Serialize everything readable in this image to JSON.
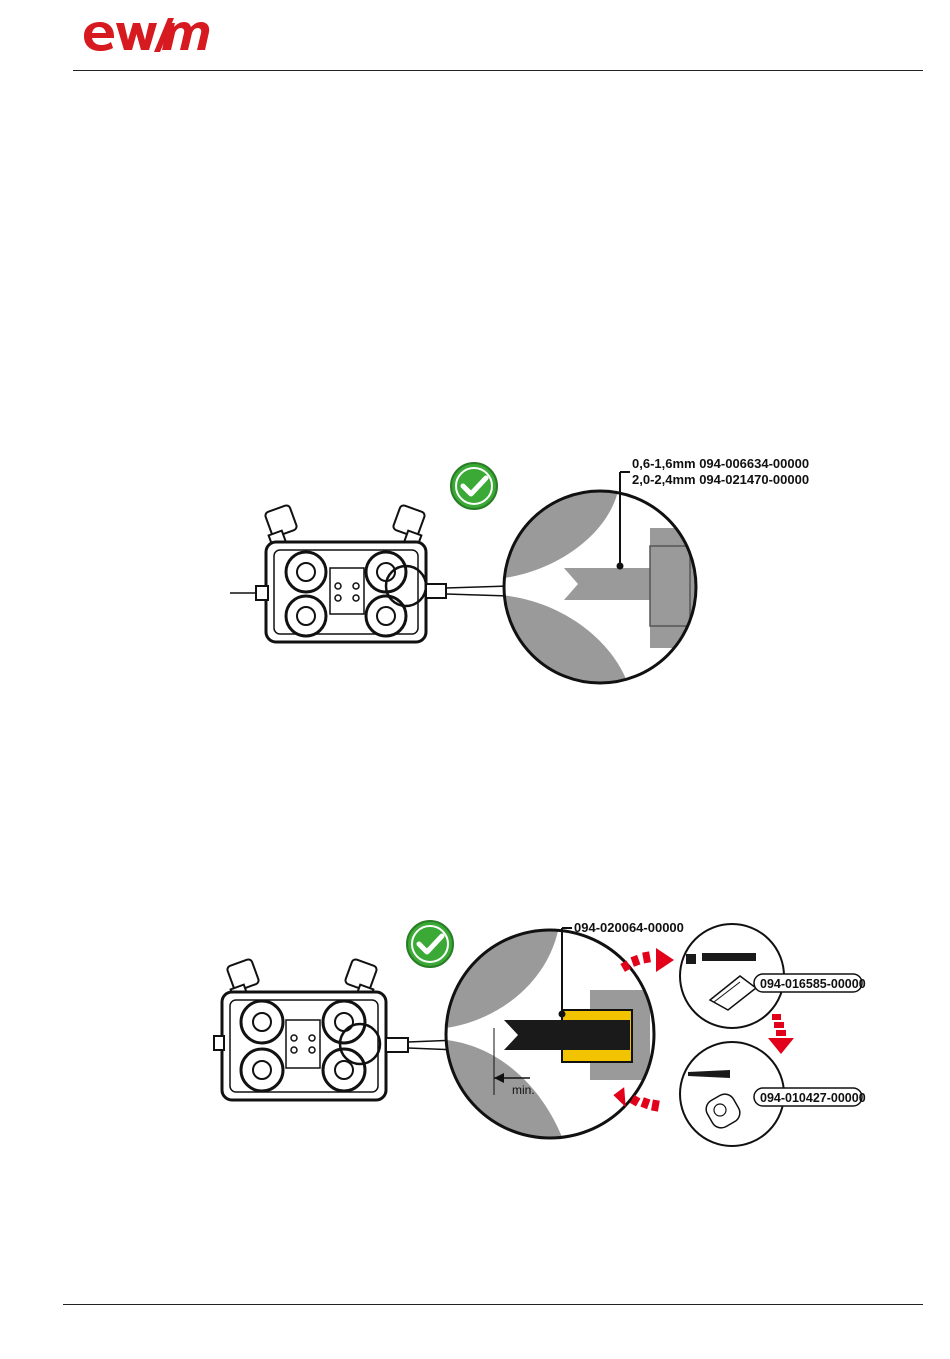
{
  "header": {
    "logo_text": "ewm"
  },
  "figure1": {
    "part_line1": "0,6-1,6mm 094-006634-00000",
    "part_line2": "2,0-2,4mm 094-021470-00000"
  },
  "figure2": {
    "main_part": "094-020064-00000",
    "accessory_top_part": "094-016585-00000",
    "accessory_bottom_part": "094-010427-00000",
    "dimension_label": "min."
  },
  "colors": {
    "logo_red": "#d71920",
    "check_green": "#3aa935",
    "liner_yellow": "#f2c400",
    "arrow_red": "#e3001b"
  }
}
